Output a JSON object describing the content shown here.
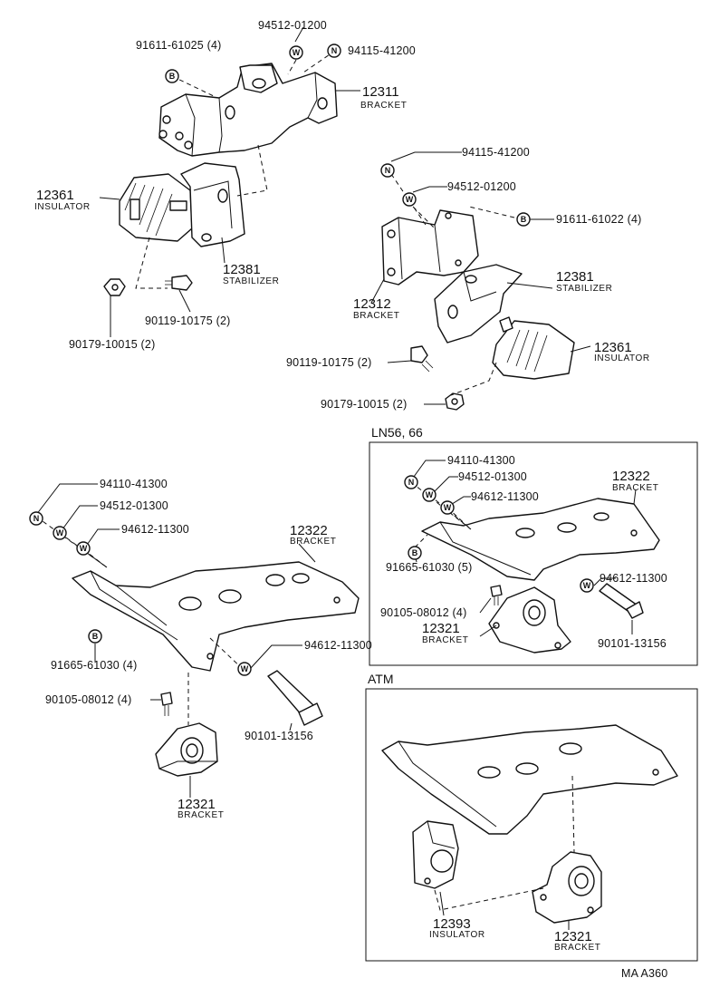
{
  "labels": {
    "p_94512_01200_a": "94512-01200",
    "p_91611_61025": "91611-61025 (4)",
    "p_94115_41200_a": "94115-41200",
    "p_12311_num": "12311",
    "p_12311_name": "BRACKET",
    "p_12361_a_num": "12361",
    "p_12361_a_name": "INSULATOR",
    "p_12381_a_num": "12381",
    "p_12381_a_name": "STABILIZER",
    "p_90119_a": "90119-10175 (2)",
    "p_90179_a": "90179-10015 (2)",
    "p_94115_41200_b": "94115-41200",
    "p_94512_01200_b": "94512-01200",
    "p_91611_61022": "91611-61022 (4)",
    "p_12312_num": "12312",
    "p_12312_name": "BRACKET",
    "p_12381_b_num": "12381",
    "p_12381_b_name": "STABILIZER",
    "p_12361_b_num": "12361",
    "p_12361_b_name": "INSULATOR",
    "p_90119_b": "90119-10175 (2)",
    "p_90179_b": "90179-10015 (2)",
    "p_94110_41300_a": "94110-41300",
    "p_94512_01300_a": "94512-01300",
    "p_94612_11300_a": "94612-11300",
    "p_12322_a_num": "12322",
    "p_12322_a_name": "BRACKET",
    "p_94612_11300_b": "94612-11300",
    "p_91665_61030_4": "91665-61030 (4)",
    "p_90105_08012_a": "90105-08012 (4)",
    "p_90101_13156_a": "90101-13156",
    "p_12321_a_num": "12321",
    "p_12321_a_name": "BRACKET",
    "box1_title": "LN56, 66",
    "p_94110_41300_b": "94110-41300",
    "p_94512_01300_b": "94512-01300",
    "p_94612_11300_c": "94612-11300",
    "p_12322_b_num": "12322",
    "p_12322_b_name": "BRACKET",
    "p_91665_61030_5": "91665-61030 (5)",
    "p_94612_11300_d": "94612-11300",
    "p_90105_08012_b": "90105-08012 (4)",
    "p_12321_b_num": "12321",
    "p_12321_b_name": "BRACKET",
    "p_90101_13156_b": "90101-13156",
    "box2_title": "ATM",
    "p_12393_num": "12393",
    "p_12393_name": "INSULATOR",
    "p_12321_c_num": "12321",
    "p_12321_c_name": "BRACKET",
    "footer_code": "MA  A360"
  },
  "markers": {
    "washer": "W",
    "nut": "N",
    "bolt": "B"
  }
}
